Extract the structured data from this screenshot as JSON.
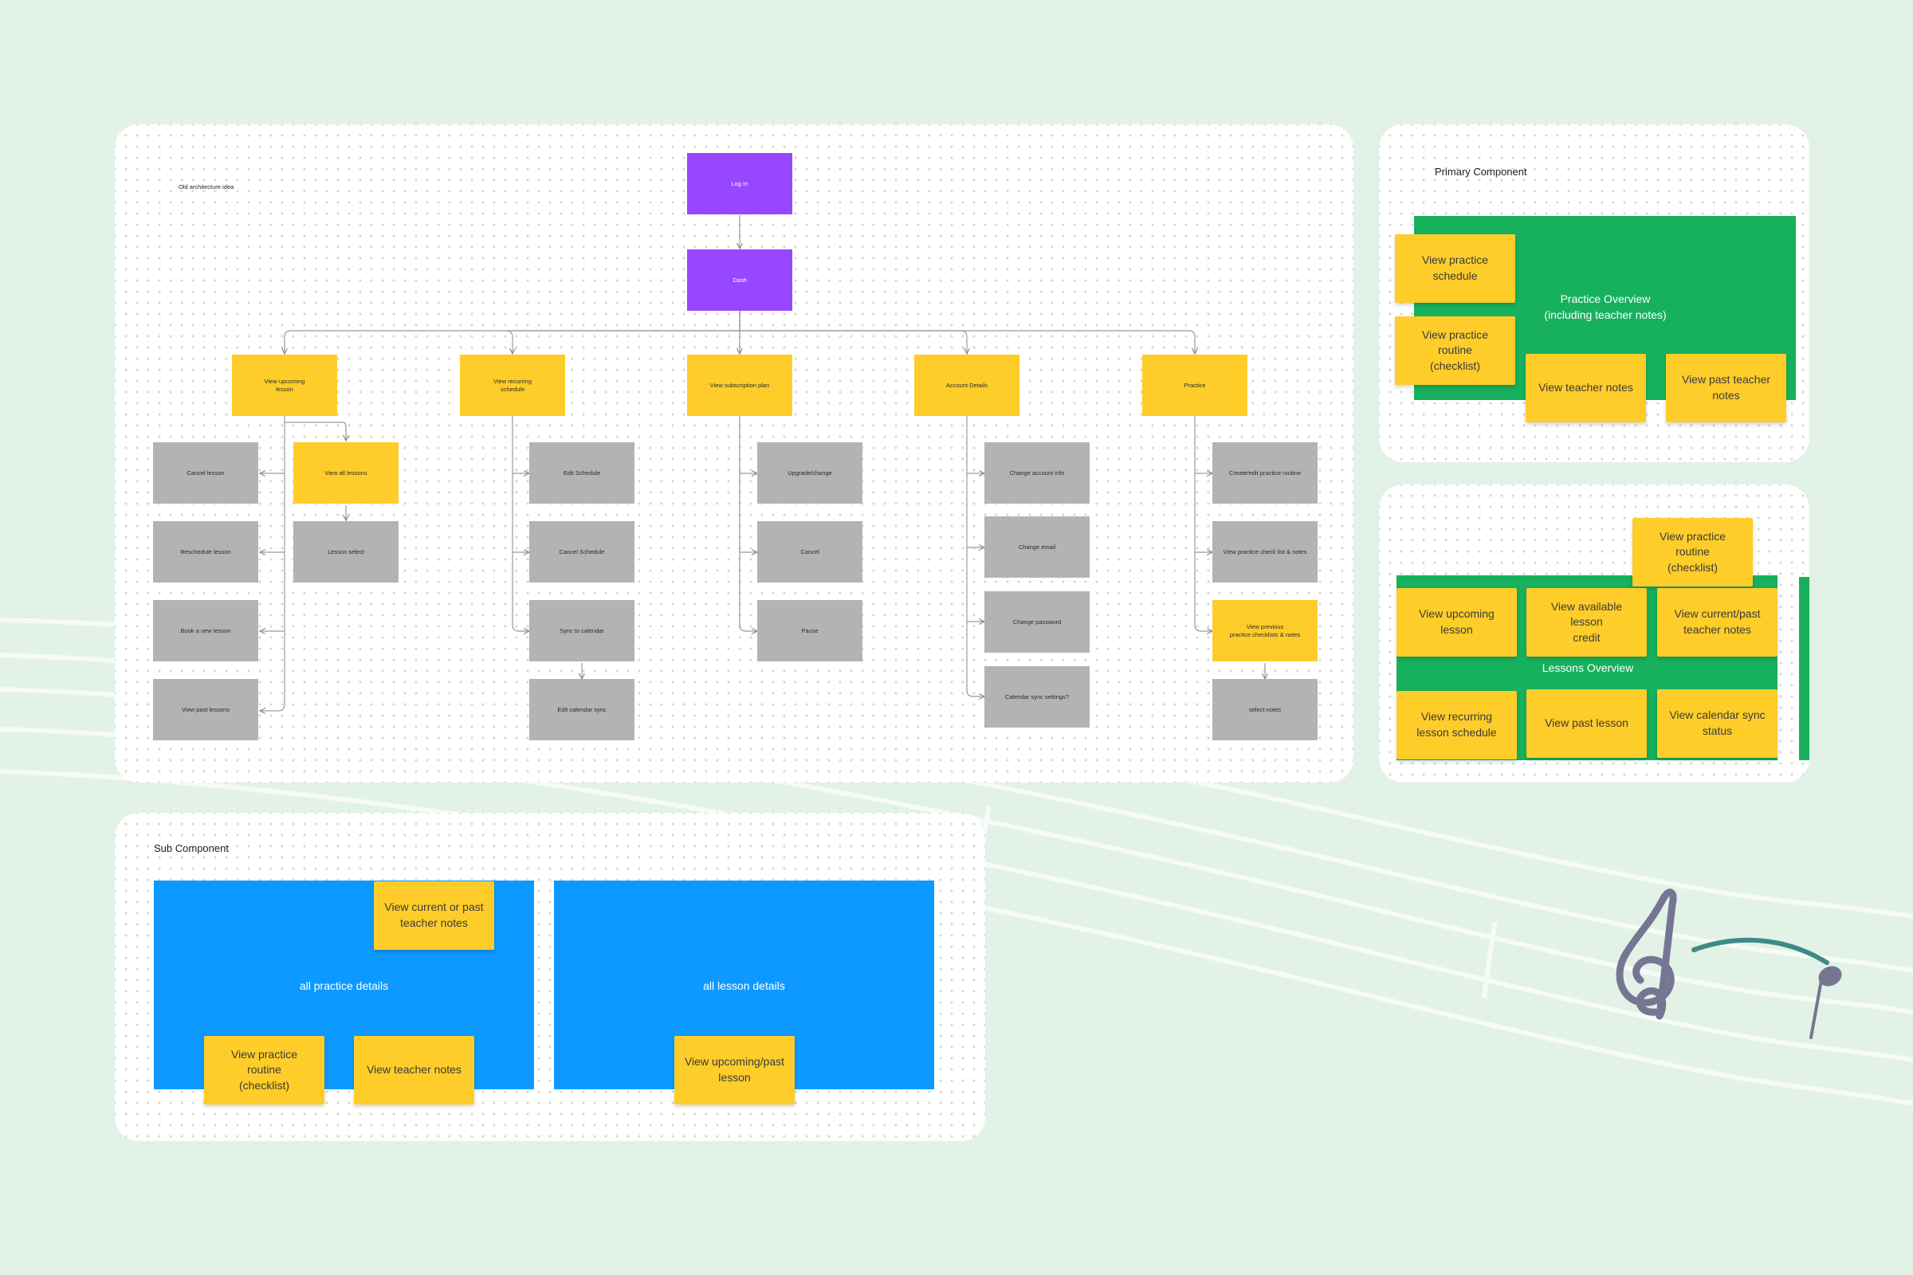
{
  "old_architecture": {
    "label": "Old architecture idea",
    "login": "Log In",
    "dash": "Dash",
    "branches": {
      "upcoming": "View upcoming\nlesson",
      "recurring": "View recurring\nschedule",
      "subscription": "View subscription plan",
      "account": "Account Details",
      "practice": "Practice"
    },
    "upcoming_children": {
      "cancel": "Cancel lesson",
      "reschedule": "Reschedule lesson",
      "book": "Book a new lesson",
      "past": "View past lessons",
      "all_lessons": "View all lessons",
      "lesson_select": "Lesson select"
    },
    "recurring_children": {
      "edit": "Edit Schedule",
      "cancel": "Cancel Schedule",
      "sync": "Sync to calendar",
      "edit_sync": "Edit calendar sync"
    },
    "subscription_children": {
      "upgrade": "Upgrade/change",
      "cancel": "Cancel",
      "pause": "Pause"
    },
    "account_children": {
      "info": "Change account info",
      "email": "Change email",
      "password": "Change password",
      "calendar": "Calendar sync settings?"
    },
    "practice_children": {
      "create": "Create/edit practice routine",
      "checklist": "View practice check list & notes",
      "previous": "View previous\npractice checklists & notes",
      "select": "select notes"
    }
  },
  "primary_component": {
    "label": "Primary Component",
    "practice_overview": {
      "section_label": "Practice Overview\n(including teacher notes)",
      "stickies": {
        "schedule": "View practice\nschedule",
        "routine": "View practice routine\n(checklist)",
        "teacher_notes": "View teacher notes",
        "past_teacher_notes": "View past teacher\nnotes"
      }
    },
    "lessons_overview": {
      "section_label": "Lessons Overview",
      "stickies": {
        "routine": "View practice routine\n(checklist)",
        "upcoming": "View upcoming\nlesson",
        "credit": "View available lesson\ncredit",
        "teacher_notes": "View current/past\nteacher notes",
        "recurring": "View recurring\nlesson schedule",
        "past_lesson": "View past lesson",
        "calendar": "View calendar sync\nstatus"
      }
    }
  },
  "sub_component": {
    "label": "Sub Component",
    "practice_details": {
      "section_label": "all practice details",
      "stickies": {
        "teacher_notes_current": "View current or past\nteacher notes",
        "routine": "View practice routine\n(checklist)",
        "teacher_notes": "View teacher notes"
      }
    },
    "lesson_details": {
      "section_label": "all lesson details",
      "stickies": {
        "upcoming_past": "View upcoming/past\nlesson"
      }
    }
  },
  "colors": {
    "canvas": "#e2f2e6",
    "frame": "#ffffff",
    "purple": "#9747ff",
    "yellow": "#ffcd29",
    "gray": "#b3b3b3",
    "green": "#17b05c",
    "blue": "#0d99ff"
  },
  "icons": [
    "treble-clef-icon",
    "music-note-icon"
  ]
}
